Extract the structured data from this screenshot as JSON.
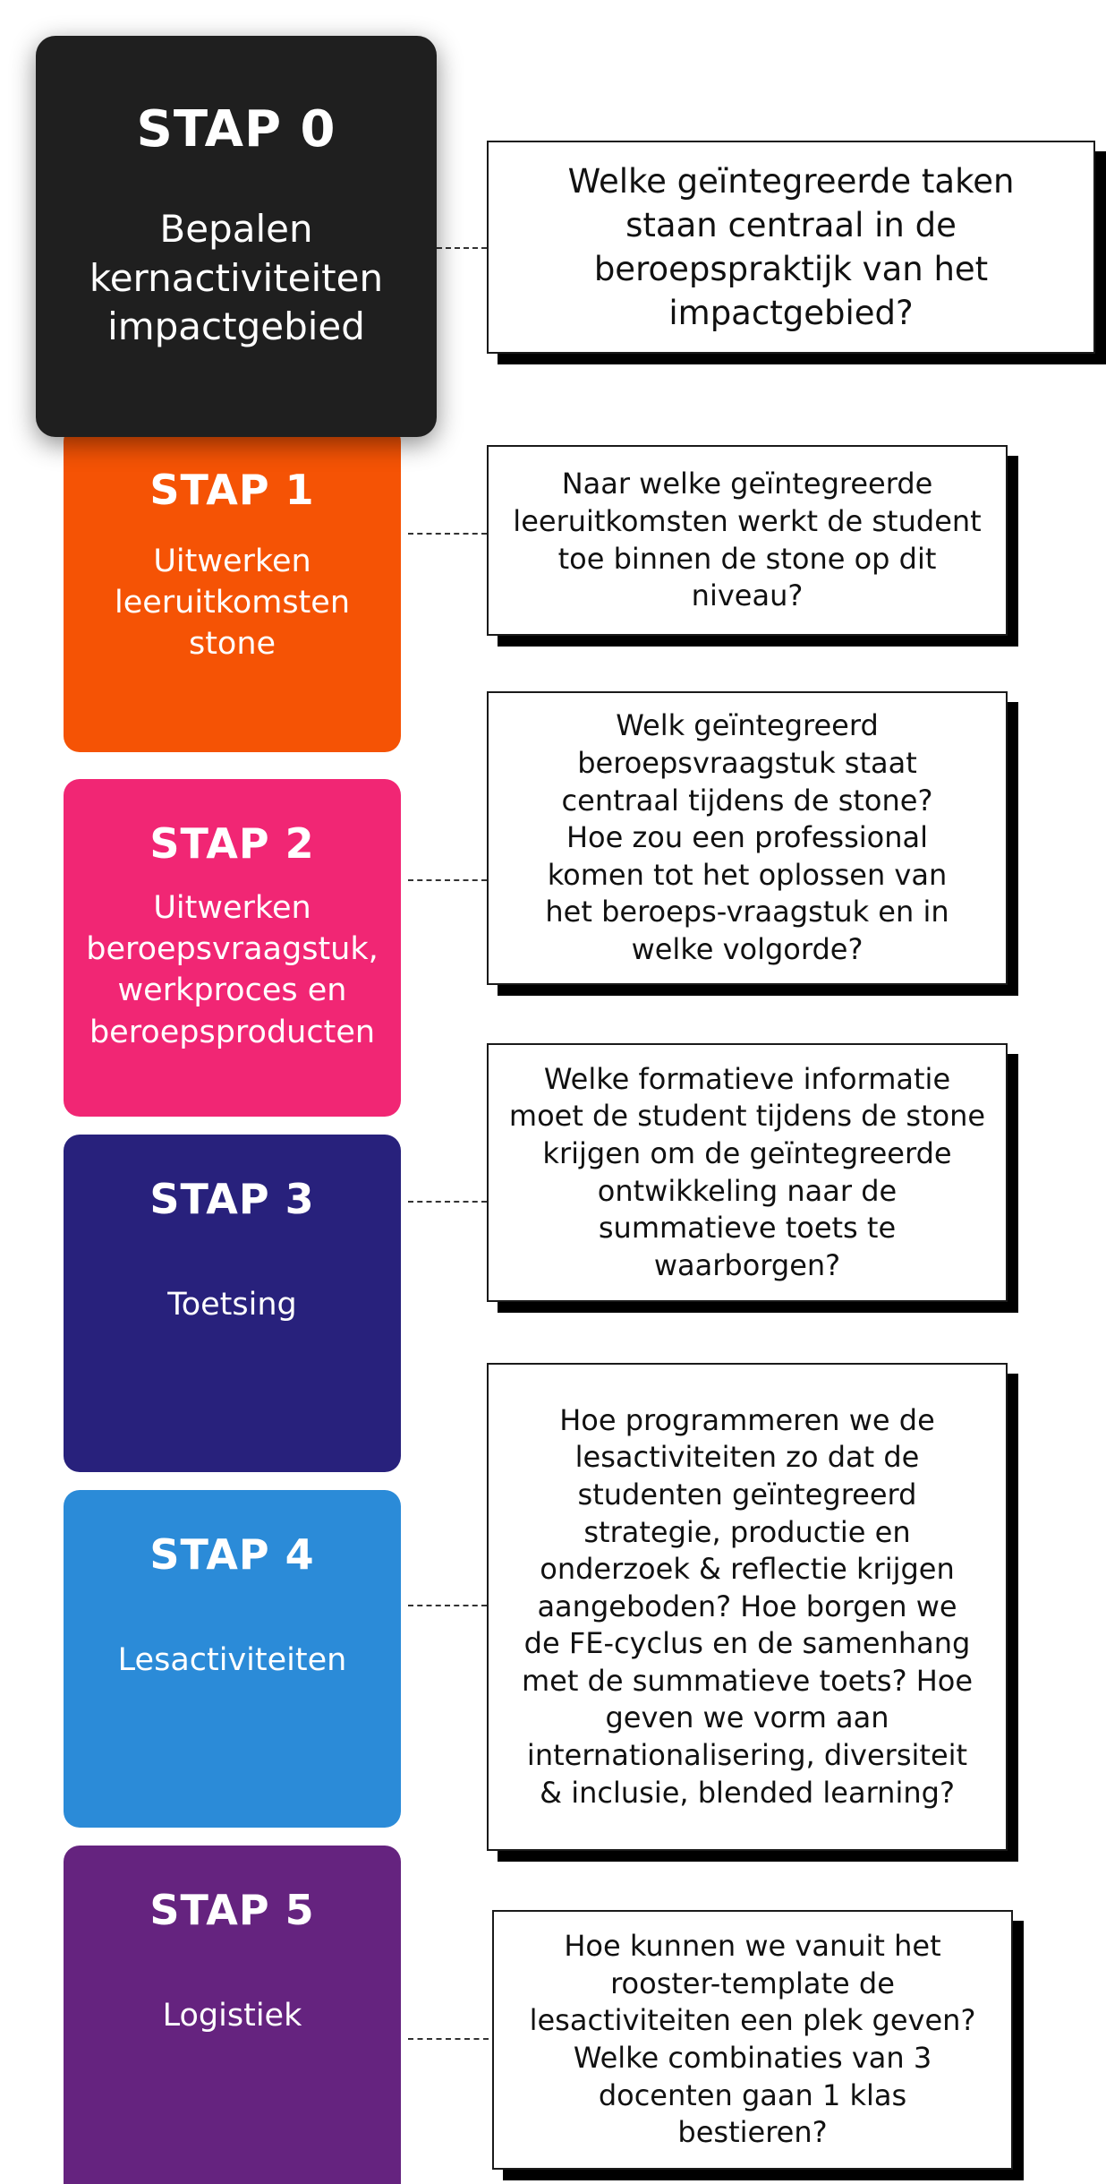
{
  "colors": {
    "step0": "#1f1f1f",
    "step1": "#f55305",
    "step2": "#f12674",
    "step3": "#28217c",
    "step4": "#2b8bd8",
    "step5": "#65237f"
  },
  "steps": [
    {
      "title": "STAP 0",
      "description": "Bepalen kernactiviteiten impactgebied",
      "question": "Welke geïntegreerde taken staan centraal in de beroepspraktijk van het impactgebied?"
    },
    {
      "title": "STAP 1",
      "description": "Uitwerken leeruitkomsten stone",
      "question": "Naar welke geïntegreerde leeruitkomsten werkt de student toe binnen de stone op dit niveau?"
    },
    {
      "title": "STAP 2",
      "description": "Uitwerken beroepsvraagstuk, werkproces en beroepsproducten",
      "question": "Welk geïntegreerd beroepsvraagstuk staat centraal tijdens de stone? Hoe zou een professional komen tot het oplossen van het beroeps-vraagstuk en in welke volgorde?"
    },
    {
      "title": "STAP 3",
      "description": "Toetsing",
      "question": "Welke formatieve informatie moet de student tijdens de stone krijgen om de geïntegreerde ontwikkeling naar de summatieve toets te waarborgen?"
    },
    {
      "title": "STAP 4",
      "description": "Lesactiviteiten",
      "question": "Hoe programmeren we de lesactiviteiten zo dat de studenten geïntegreerd strategie, productie en onderzoek & reflectie krijgen aangeboden? Hoe borgen we de FE-cyclus en de samenhang met de summatieve toets? Hoe geven we vorm aan internationalisering, diversiteit & inclusie, blended learning?"
    },
    {
      "title": "STAP 5",
      "description": "Logistiek",
      "question": "Hoe kunnen we vanuit het rooster-template de lesactiviteiten een plek geven? Welke combinaties van 3 docenten gaan 1 klas bestieren?"
    }
  ]
}
